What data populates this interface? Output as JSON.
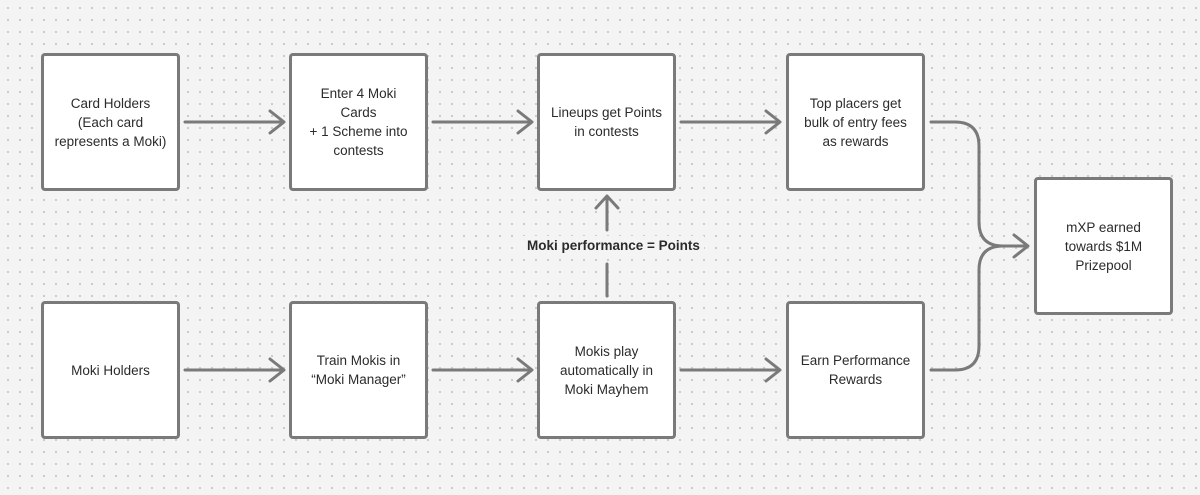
{
  "diagram": {
    "nodes": {
      "card_holders": "Card Holders\n(Each card\nrepresents a Moki)",
      "enter_cards": "Enter 4 Moki Cards\n+ 1 Scheme into\ncontests",
      "lineups_points": "Lineups get Points\nin contests",
      "top_placers": "Top placers get\nbulk of entry fees\nas rewards",
      "mxp_earned": "mXP earned\ntowards $1M\nPrizepool",
      "moki_holders": "Moki Holders",
      "train_mokis": "Train Mokis in\n“Moki Manager”",
      "mokis_play": "Mokis play\nautomatically in\nMoki Mayhem",
      "earn_performance": "Earn Performance\nRewards"
    },
    "edge_labels": {
      "performance_points": "Moki performance = Points"
    },
    "colors": {
      "box_border": "#7a7a7a",
      "connector": "#7a7a7a",
      "text": "#2b2b2b",
      "background": "#f4f4f4",
      "grid_dot": "#c9c9c9"
    }
  }
}
